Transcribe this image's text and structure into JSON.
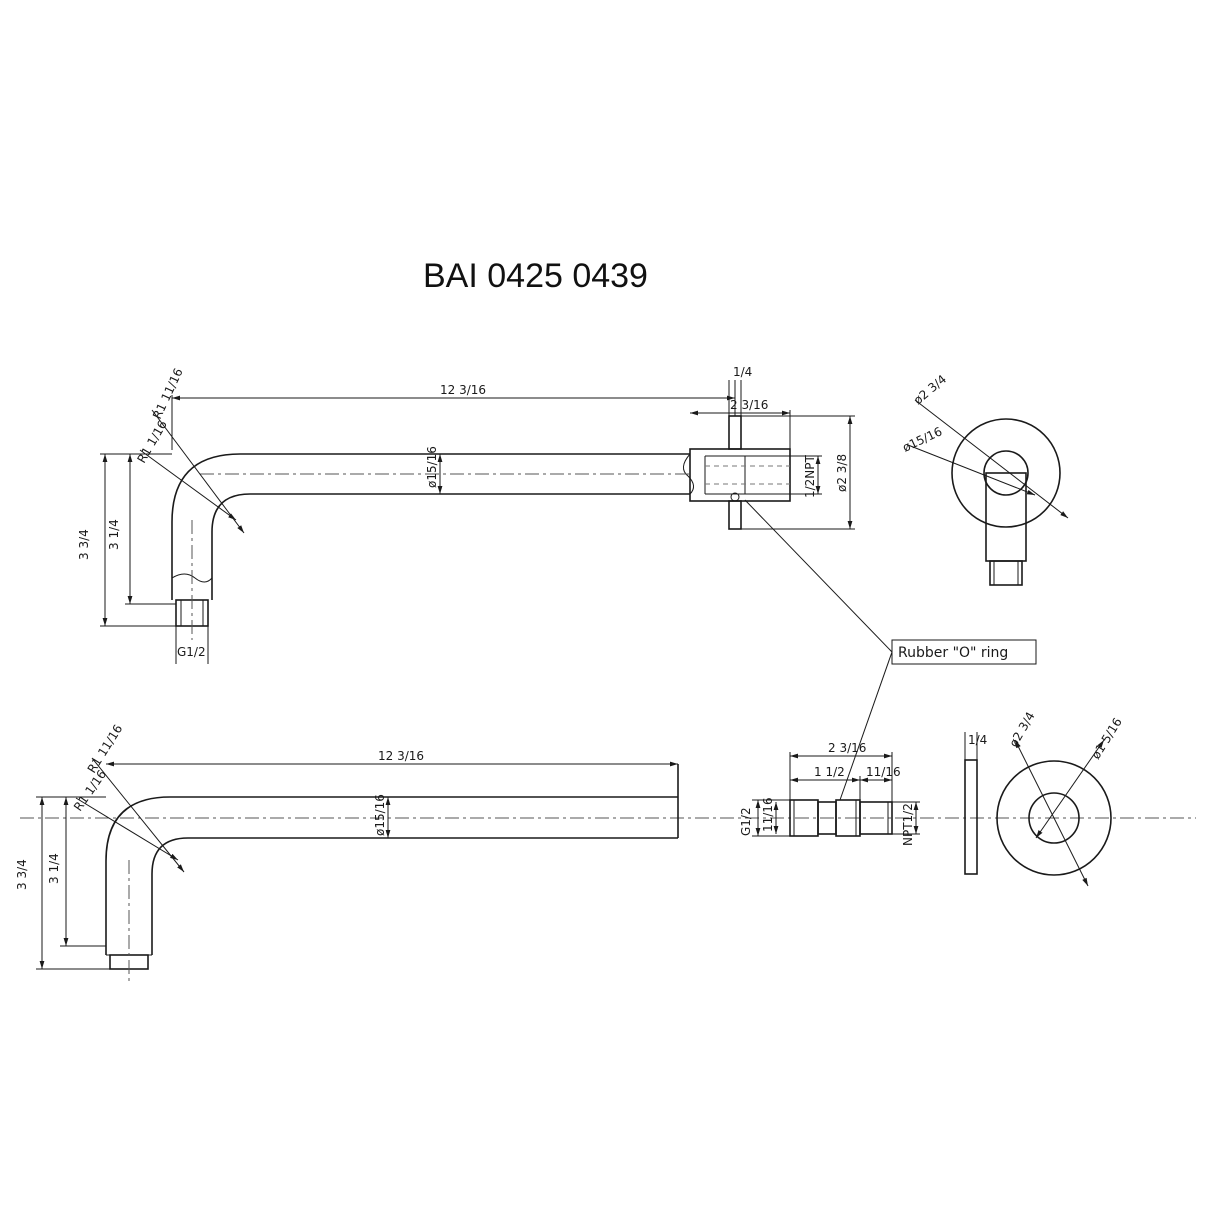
{
  "title": "BAI 0425 0439",
  "callout": "Rubber \"O\" ring",
  "top_view": {
    "length": "12 3/16",
    "flange_thickness": "1/4",
    "flange_depth": "2 3/16",
    "r_outer": "R1 11/16",
    "r_inner": "R1 1/16",
    "height_outer": "3 3/4",
    "height_inner": "3 1/4",
    "diameter": "ø15/16",
    "thread_npt": "1/2NPT",
    "flange_dia": "ø2 3/8",
    "thread_g": "G1/2"
  },
  "top_end": {
    "outer": "ø2 3/4",
    "inner": "ø15/16"
  },
  "bottom_view": {
    "length": "12 3/16",
    "r_outer": "R1 11/16",
    "r_inner": "R1 1/16",
    "height_outer": "3 3/4",
    "height_inner": "3 1/4",
    "diameter": "ø15/16"
  },
  "fitting": {
    "total": "2 3/16",
    "mid": "1 1/2",
    "right": "11/16",
    "left_dia": "11/16",
    "g": "G1/2",
    "npt": "NPT1/2"
  },
  "flange_side": {
    "thickness": "1/4"
  },
  "flange_face": {
    "outer": "ø2 3/4",
    "inner": "ø1 5/16"
  }
}
